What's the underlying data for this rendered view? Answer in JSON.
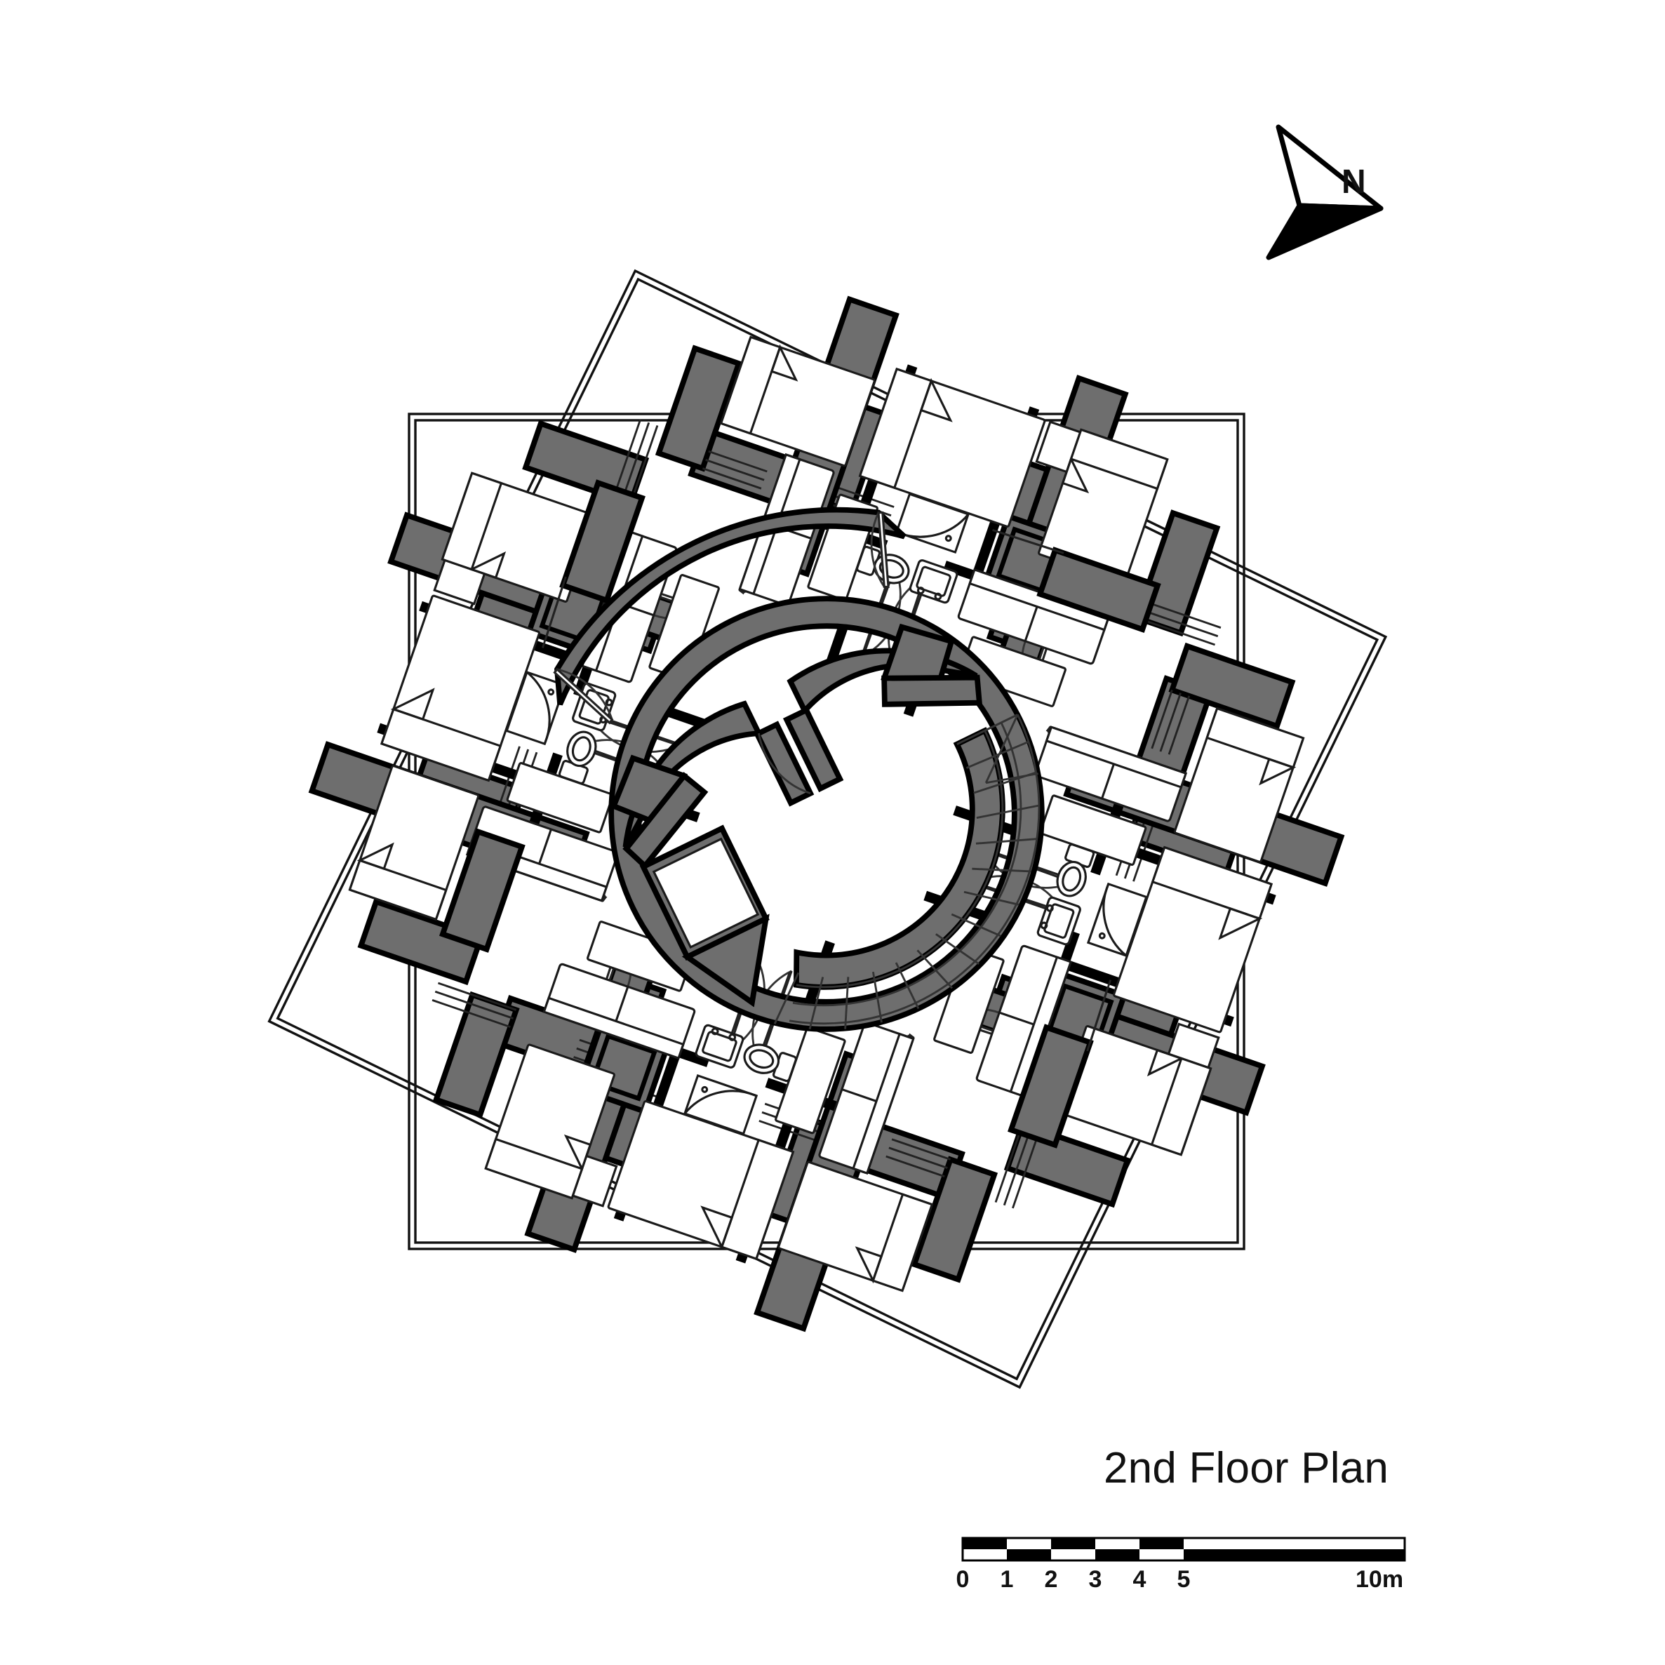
{
  "drawing": {
    "title": "2nd Floor Plan",
    "type": "architectural-floor-plan",
    "background_color": "#ffffff",
    "ink_color": "#000000",
    "wall_fill_color": "#6e6e6e",
    "thin_line_color": "#222222"
  },
  "north_arrow": {
    "label": "N",
    "direction": "right",
    "style": "split-half-filled"
  },
  "scale_bar": {
    "unit_label": "10m",
    "ticks": [
      "0",
      "1",
      "2",
      "3",
      "4",
      "5"
    ],
    "segments": 10,
    "total_meters": 10,
    "alternating": true,
    "rows": 2
  },
  "plan": {
    "rotation_degrees": -26,
    "core": {
      "name": "central circular atrium",
      "features": [
        "curved-stair",
        "elevator-shaft",
        "lobby"
      ]
    },
    "outlines": [
      {
        "name": "site-square-axis-aligned",
        "rotation": 0
      },
      {
        "name": "site-square-rotated",
        "rotation": 26
      }
    ],
    "quadrants": [
      {
        "name": "north-quadrant",
        "rooms": [
          "bedroom",
          "bedroom",
          "bathroom",
          "living"
        ]
      },
      {
        "name": "east-quadrant",
        "rooms": [
          "bedroom",
          "bedroom",
          "bathroom",
          "living"
        ]
      },
      {
        "name": "south-quadrant",
        "rooms": [
          "bedroom",
          "bedroom",
          "bathroom",
          "living"
        ]
      },
      {
        "name": "west-quadrant",
        "rooms": [
          "bedroom",
          "bedroom",
          "bathroom",
          "living"
        ]
      }
    ],
    "fixtures": [
      "bed",
      "nightstand",
      "sofa",
      "coffee-table",
      "toilet",
      "sink",
      "shower",
      "wardrobe",
      "desk"
    ],
    "symbols": [
      "door-swing-arc",
      "window-glazing",
      "structural-column",
      "stair-treads"
    ]
  }
}
